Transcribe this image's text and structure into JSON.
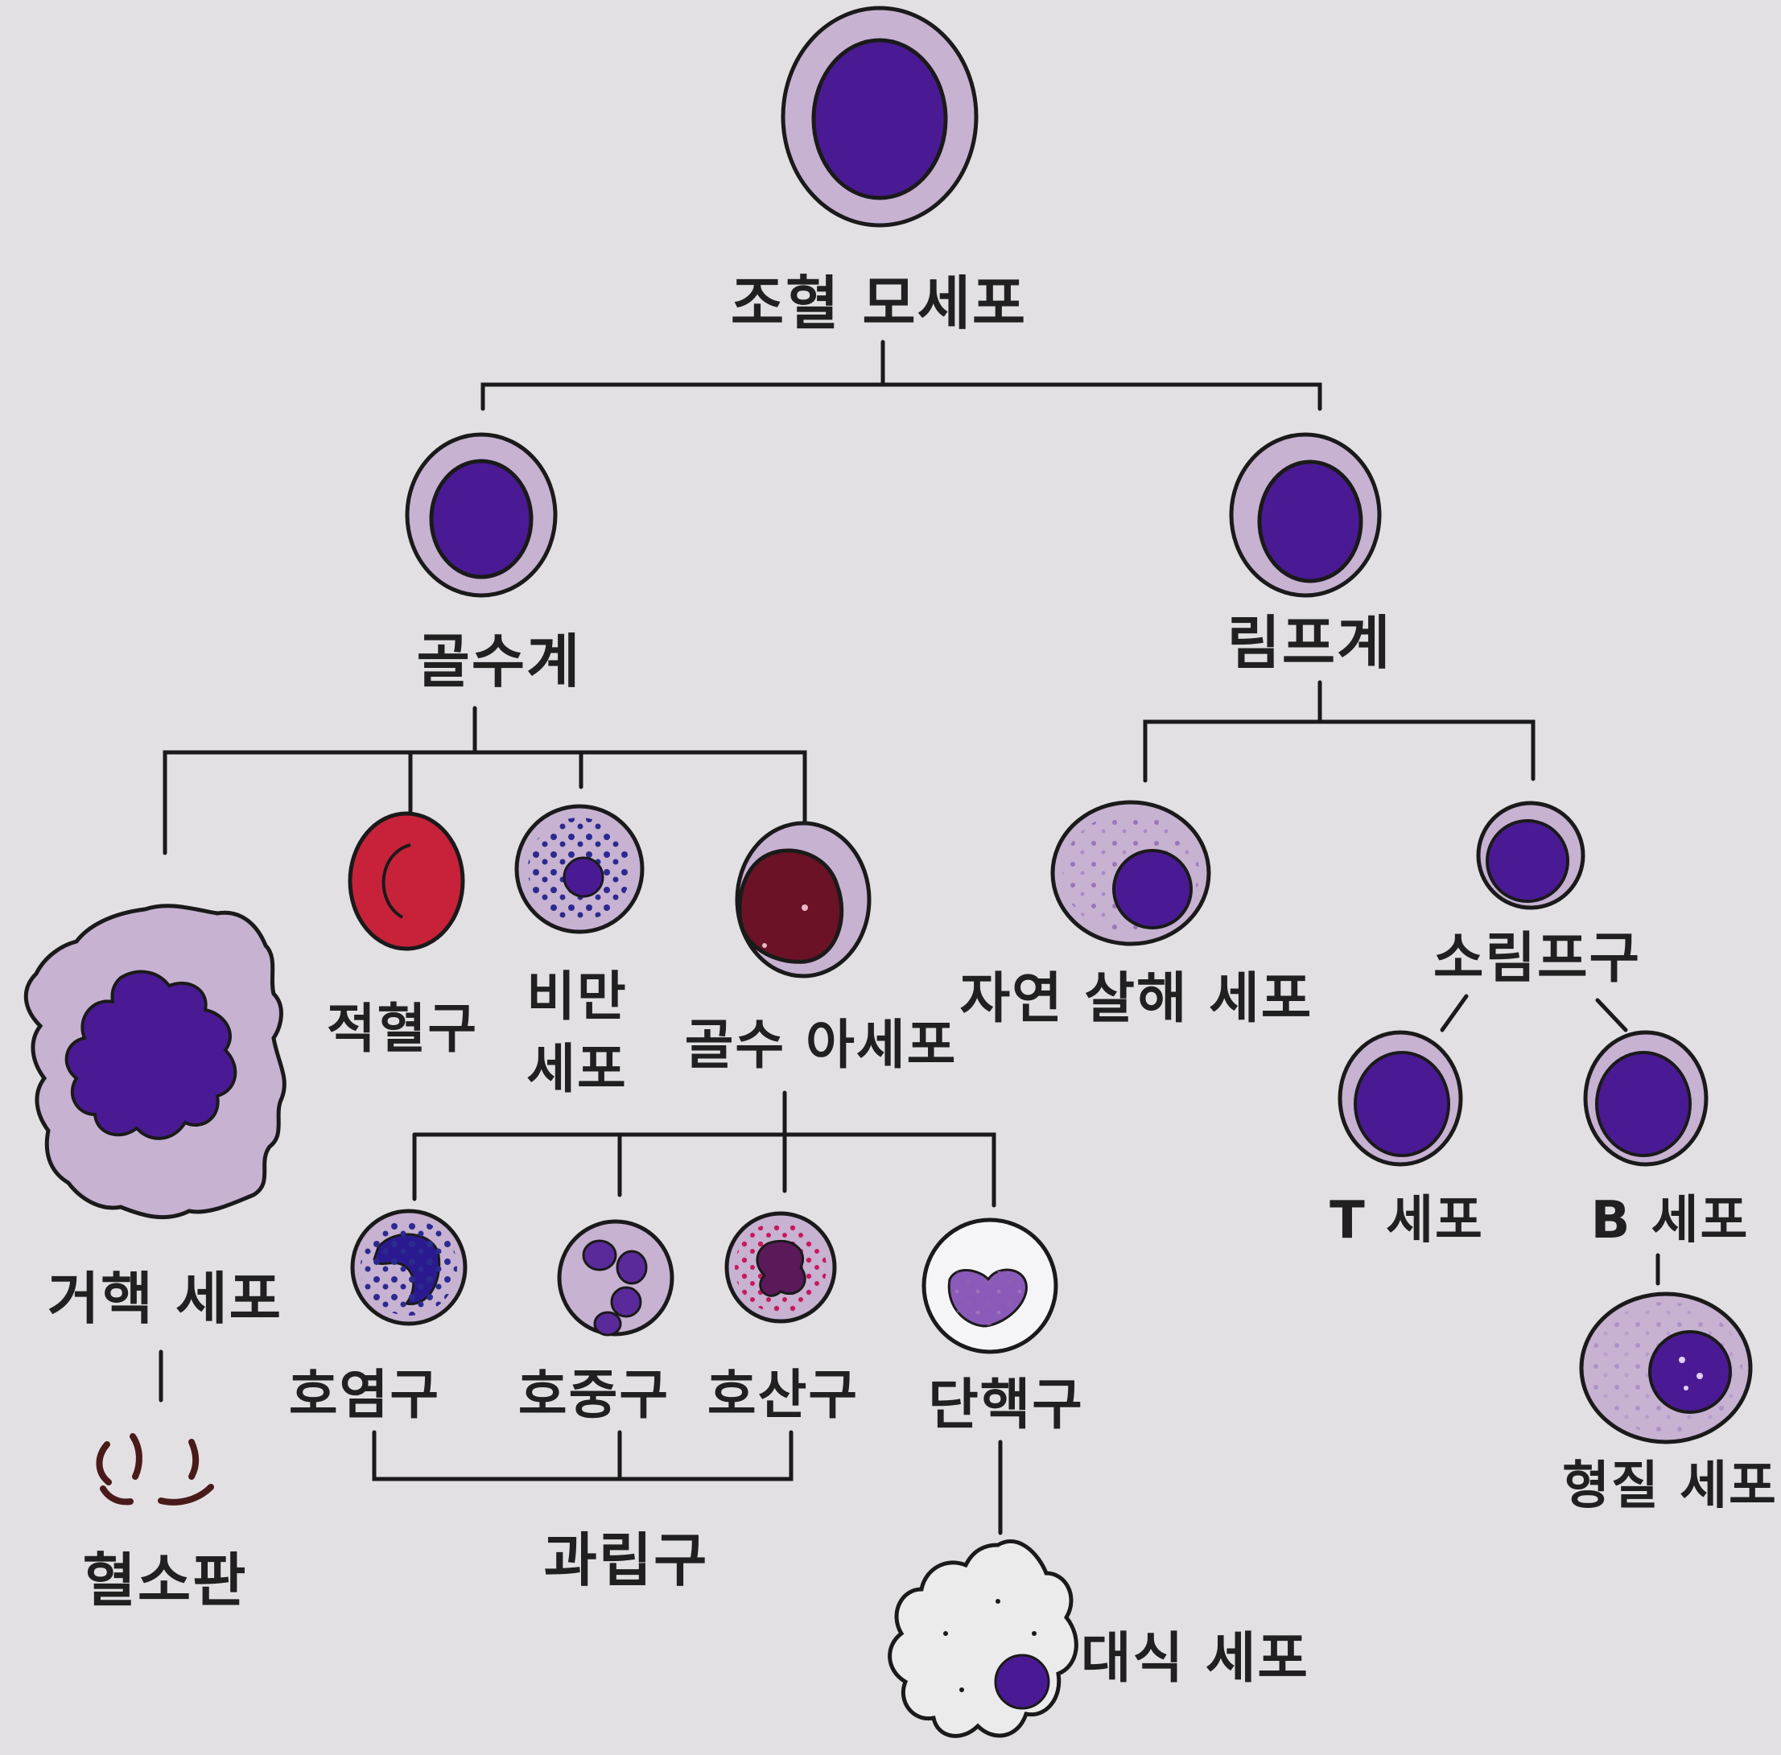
{
  "labels": {
    "hsc": "조혈 모세포",
    "myeloid": "골수계",
    "lymphoid": "림프계",
    "megakaryocyte": "거핵 세포",
    "platelet": "혈소판",
    "erythrocyte": "적혈구",
    "mast_cell_line1": "비만",
    "mast_cell_line2": "세포",
    "myeloblast": "골수 아세포",
    "basophil": "호염구",
    "neutrophil": "호중구",
    "eosinophil": "호산구",
    "monocyte": "단핵구",
    "granulocyte": "과립구",
    "macrophage": "대식 세포",
    "nk_cell": "자연 살해 세포",
    "small_lymphocyte": "소림프구",
    "t_cell": "T 세포",
    "b_cell": "B 세포",
    "plasma_cell": "형질 세포"
  },
  "colors": {
    "background": "#e2e0e3",
    "cytoplasm": "#c7b2d2",
    "nucleus": "#4a1a94",
    "outline": "#1a1a1a",
    "erythrocyte": "#c8223a",
    "myeloblast_nucleus": "#6b1226",
    "platelet": "#4a1a1a"
  }
}
